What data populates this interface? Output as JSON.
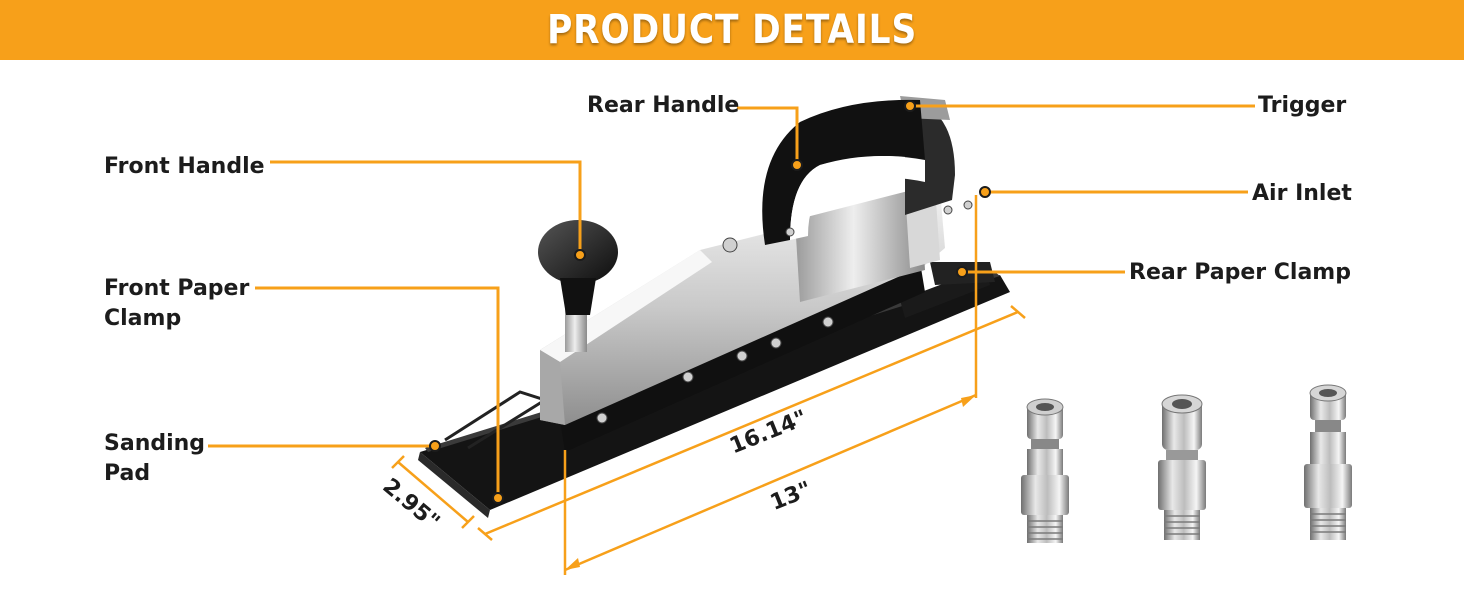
{
  "banner": {
    "title": "PRODUCT DETAILS",
    "color": "#f7a01a"
  },
  "accent_color": "#f7a01a",
  "callouts": {
    "rear_handle": "Rear Handle",
    "trigger": "Trigger",
    "front_handle": "Front Handle",
    "air_inlet": "Air Inlet",
    "rear_paper_clamp": "Rear Paper Clamp",
    "front_paper_clamp_line1": "Front Paper",
    "front_paper_clamp_line2": "Clamp",
    "sanding_pad_line1": "Sanding",
    "sanding_pad_line2": "Pad"
  },
  "dimensions": {
    "width": "2.95\"",
    "overall_length": "16.14\"",
    "pad_length": "13\""
  },
  "accessories": [
    {
      "name": "air-plug-fitting-1"
    },
    {
      "name": "air-plug-fitting-2"
    },
    {
      "name": "air-plug-fitting-3"
    }
  ]
}
